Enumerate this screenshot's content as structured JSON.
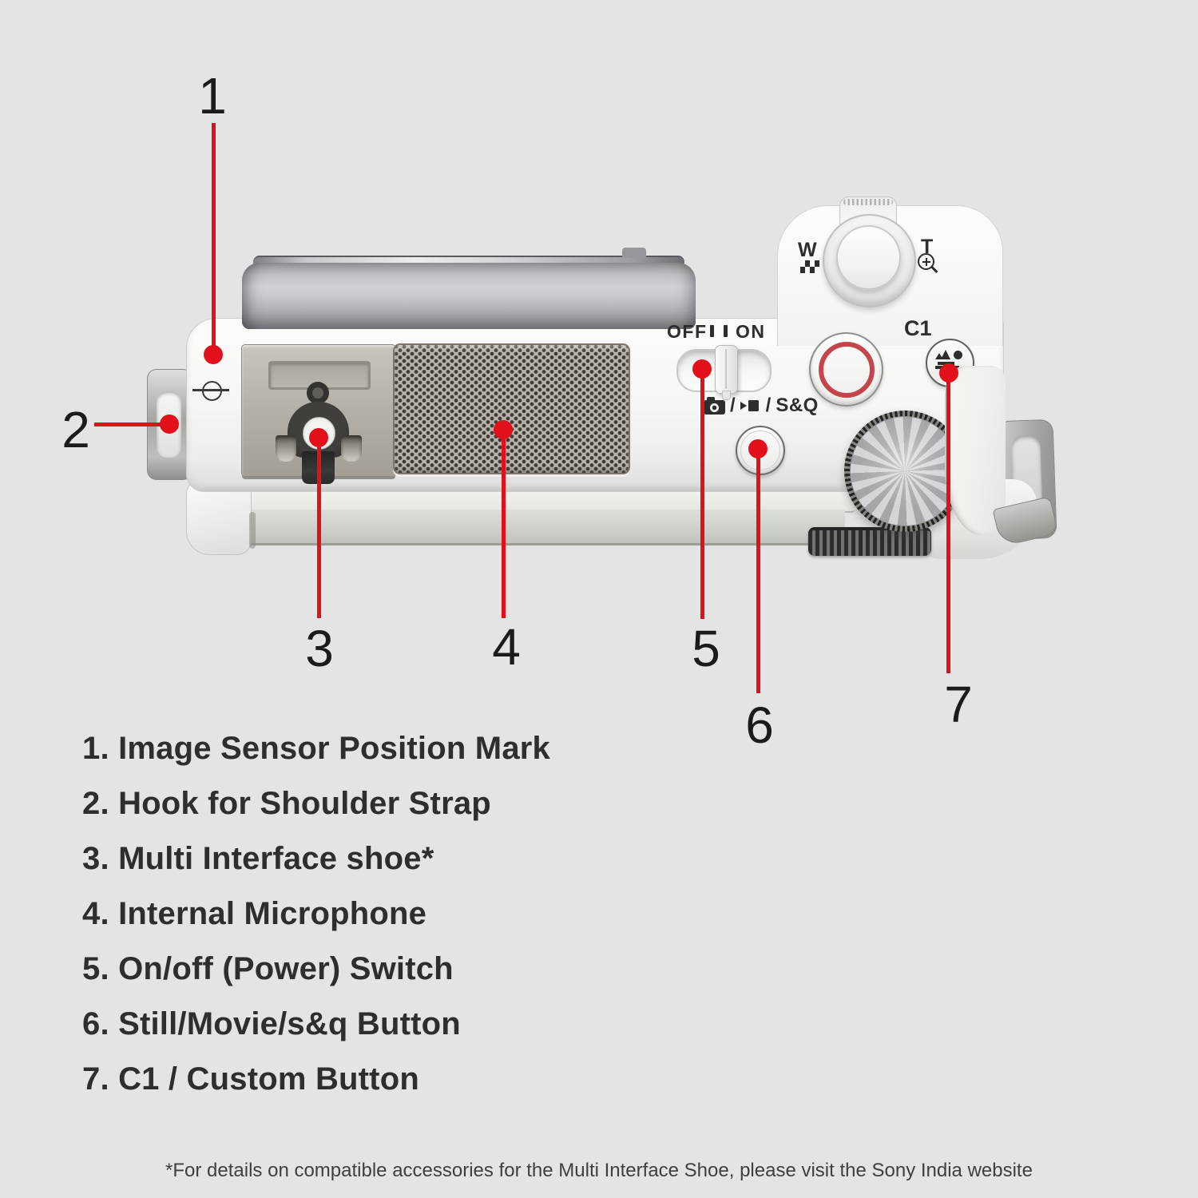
{
  "callouts": {
    "items": [
      {
        "number": "1"
      },
      {
        "number": "2"
      },
      {
        "number": "3"
      },
      {
        "number": "4"
      },
      {
        "number": "5"
      },
      {
        "number": "6"
      },
      {
        "number": "7"
      }
    ]
  },
  "camera": {
    "labels": {
      "power_off": "OFF",
      "power_on": "ON",
      "mode_separator": "/",
      "mode_sq": "S&Q",
      "custom": "C1",
      "zoom_wide": "W",
      "zoom_tele": "T"
    }
  },
  "legend": {
    "items": [
      {
        "text": "1. Image Sensor Position Mark"
      },
      {
        "text": "2. Hook for Shoulder Strap"
      },
      {
        "text": "3. Multi Interface shoe*"
      },
      {
        "text": "4. Internal Microphone"
      },
      {
        "text": "5. On/off (Power) Switch"
      },
      {
        "text": "6. Still/Movie/s&q Button"
      },
      {
        "text": "7. C1 / Custom Button"
      }
    ]
  },
  "footnote": {
    "text": "*For details on compatible accessories for the Multi Interface Shoe, please visit the Sony India website"
  },
  "colors": {
    "accent_red": "#E1101B",
    "record_ring_red": "#C4464C",
    "camera_body": "#F7F7F5",
    "metal_silver": "#B5B0A8",
    "background": "#E4E4E4",
    "text_dark": "#2E2E2E"
  }
}
